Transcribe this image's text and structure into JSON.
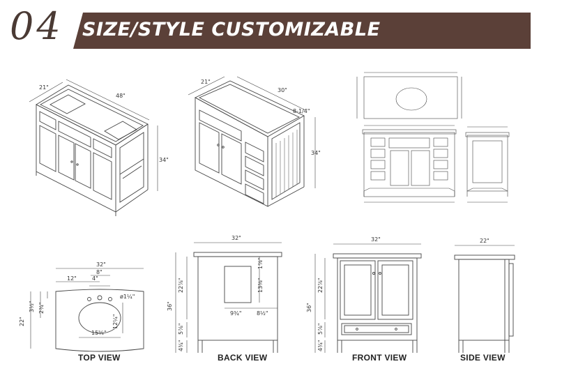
{
  "header": {
    "number": "04",
    "title": "SIZE/STYLE CUSTOMIZABLE"
  },
  "iso_left": {
    "depth": "21\"",
    "width": "48\"",
    "height": "34\""
  },
  "iso_mid": {
    "depth": "21\"",
    "width": "30\"",
    "offset": "8-1/4\"",
    "height": "34\""
  },
  "top_view": {
    "label": "TOP VIEW",
    "width": "32\"",
    "d8": "8\"",
    "d12": "12\"",
    "d4": "4\"",
    "d1_4": "ø1¼\"",
    "d2_3_4": "2¾\"",
    "d3_1_2": "3½\"",
    "d22": "22\"",
    "d12_1_4": "12¼\"",
    "d15_5_8": "15⅝\""
  },
  "back_view": {
    "label": "BACK VIEW",
    "width": "32\"",
    "h36": "36\"",
    "h22_7_8": "22⅞\"",
    "h5_7_8": "5⅞\"",
    "h4_3_4": "4¾\"",
    "h1_7_8": "1⅞\"",
    "h13_3_8": "13⅜\"",
    "w9_3_4": "9¾\"",
    "w8_1_2": "8½\""
  },
  "front_view": {
    "label": "FRONT VIEW",
    "width": "32\"",
    "h36": "36\"",
    "h22_7_8": "22⅞\"",
    "h5_7_8": "5⅞\"",
    "h4_3_4": "4¾\""
  },
  "side_view": {
    "label": "SIDE VIEW",
    "width": "22\""
  }
}
